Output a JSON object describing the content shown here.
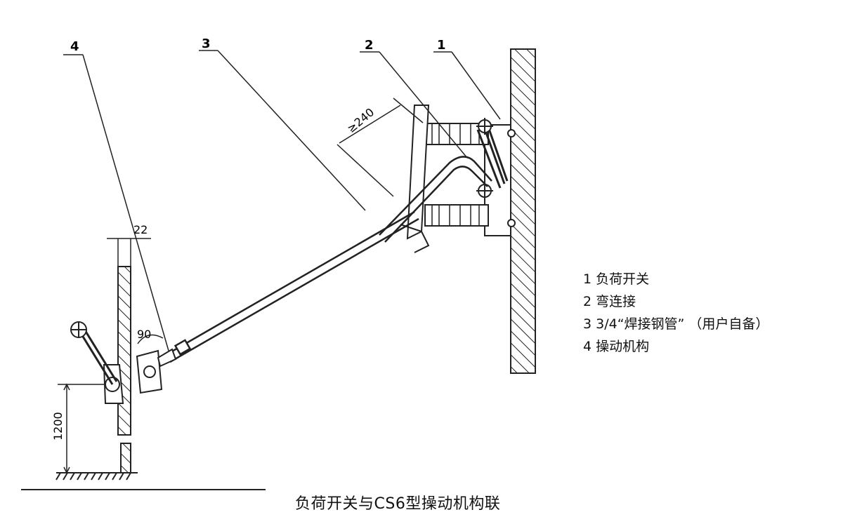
{
  "callouts": {
    "c1": "1",
    "c2": "2",
    "c3": "3",
    "c4": "4"
  },
  "dimensions": {
    "d240": "≥240",
    "d22": "22",
    "d90": "90",
    "d1200": "1200"
  },
  "legend": [
    "1 负荷开关",
    "2 弯连接",
    "3 3/4“焊接钢管” （用户自备）",
    "4 操动机构"
  ],
  "caption": "负荷开关与CS6型操动机构联"
}
